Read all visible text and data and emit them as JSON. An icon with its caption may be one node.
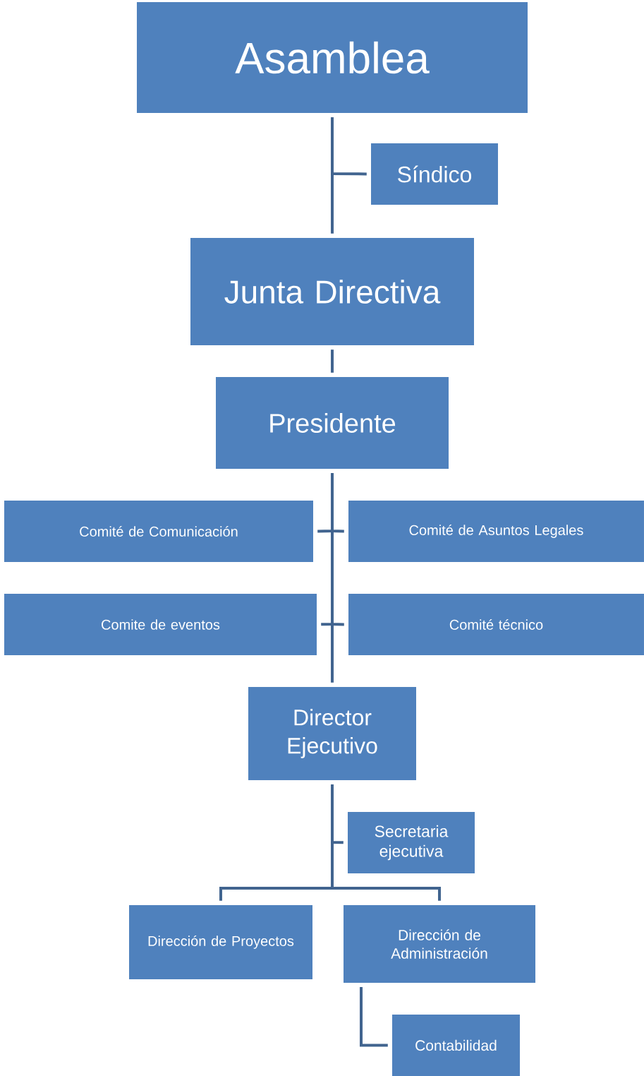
{
  "diagram": {
    "nodes": [
      {
        "text": [
          "Asamblea"
        ]
      },
      {
        "text": [
          "Síndico"
        ]
      },
      {
        "text": [
          "Junta Directiva"
        ]
      },
      {
        "text": [
          "Presidente"
        ]
      },
      {
        "text": [
          "Comité de Comunicación"
        ]
      },
      {
        "text": [
          "Comité de Asuntos Legales"
        ]
      },
      {
        "text": [
          "Comite de eventos"
        ]
      },
      {
        "text": [
          "Comité técnico"
        ]
      },
      {
        "text": [
          "Director Ejecutivo"
        ]
      },
      {
        "text": [
          "Secretaria ejecutiva"
        ]
      },
      {
        "text": [
          "Dirección de Proyectos"
        ]
      },
      {
        "text": [
          "Dirección de Administración"
        ]
      },
      {
        "text": [
          "Contabilidad"
        ]
      }
    ],
    "edges": [
      {
        "from": 0,
        "to": 2,
        "arrow": "none"
      },
      {
        "from": 0,
        "to": 1,
        "arrow": "none"
      },
      {
        "from": 2,
        "to": 3,
        "arrow": "none"
      },
      {
        "from": 3,
        "to": 4,
        "arrow": "none"
      },
      {
        "from": 3,
        "to": 5,
        "arrow": "none"
      },
      {
        "from": 3,
        "to": 6,
        "arrow": "none"
      },
      {
        "from": 3,
        "to": 7,
        "arrow": "none"
      },
      {
        "from": 3,
        "to": 8,
        "arrow": "none"
      },
      {
        "from": 8,
        "to": 9,
        "arrow": "none"
      },
      {
        "from": 8,
        "to": 10,
        "arrow": "none"
      },
      {
        "from": 8,
        "to": 11,
        "arrow": "none"
      },
      {
        "from": 11,
        "to": 12,
        "arrow": "none"
      }
    ]
  }
}
